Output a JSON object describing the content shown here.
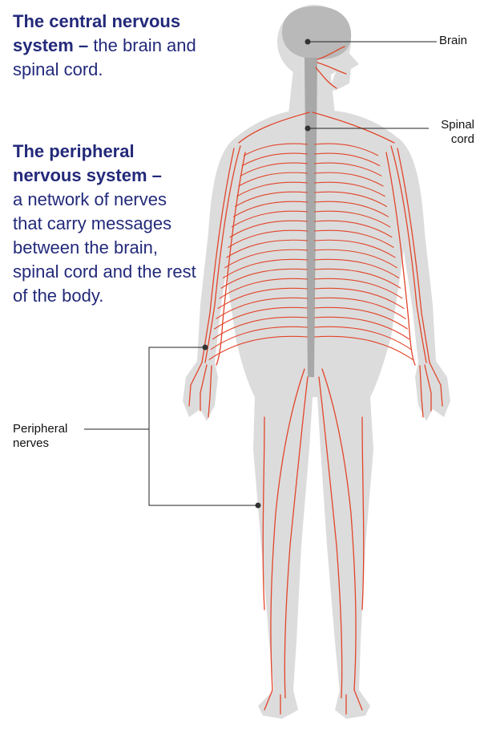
{
  "central": {
    "heading": "The central nervous system –",
    "body": "the brain and spinal cord."
  },
  "peripheral": {
    "heading": "The peripheral nervous system –",
    "body": "a network of nerves that carry messages between the brain, spinal cord and the rest of the body."
  },
  "labels": {
    "brain": "Brain",
    "spinal_line1": "Spinal",
    "spinal_line2": "cord",
    "peripheral_line1": "Peripheral",
    "peripheral_line2": "nerves"
  },
  "colors": {
    "heading": "#232a7a",
    "body_silhouette": "#dcdcdc",
    "brain": "#b9b9b9",
    "spinal_cord": "#a8a8a8",
    "nerves": "#e2452a",
    "leader_lines": "#222222"
  },
  "icons": [
    "human-body-figure",
    "brain-shape",
    "spinal-cord-shape",
    "nerve-network"
  ]
}
